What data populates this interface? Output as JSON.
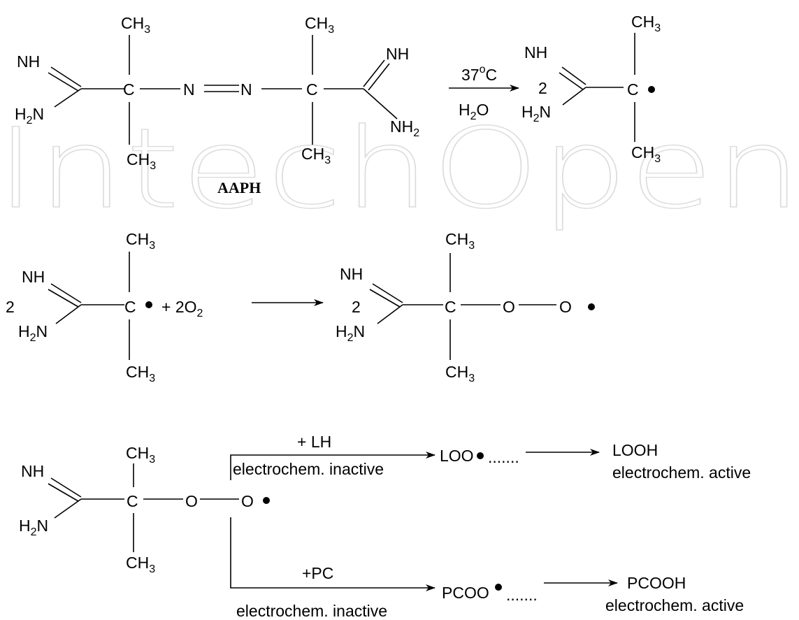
{
  "watermark": {
    "text": "IntechOpen"
  },
  "reaction1": {
    "reactant": {
      "amine_left_top": "NH",
      "amine_left_bottom_main": "H",
      "amine_left_bottom_sub": "2",
      "amine_left_bottom_tail": "N",
      "carbon_left": "C",
      "methyl_top_left_main": "CH",
      "methyl_top_left_sub": "3",
      "methyl_bottom_left_main": "CH",
      "methyl_bottom_left_sub": "3",
      "nitrogen_left": "N",
      "nitrogen_right": "N",
      "carbon_right": "C",
      "methyl_top_right_main": "CH",
      "methyl_top_right_sub": "3",
      "methyl_bottom_right_main": "CH",
      "methyl_bottom_right_sub": "3",
      "amine_right_top": "NH",
      "amine_right_bottom_main": "NH",
      "amine_right_bottom_sub": "2",
      "name": "AAPH"
    },
    "conditions": {
      "temp_main": "37",
      "temp_sup": "o",
      "temp_unit": "C",
      "solvent_main": "H",
      "solvent_sub": "2",
      "solvent_tail": "O"
    },
    "product": {
      "coefficient": "2",
      "amine_top": "NH",
      "amine_bottom_main": "H",
      "amine_bottom_sub": "2",
      "amine_bottom_tail": "N",
      "carbon": "C",
      "methyl_top_main": "CH",
      "methyl_top_sub": "3",
      "methyl_bottom_main": "CH",
      "methyl_bottom_sub": "3"
    }
  },
  "reaction2": {
    "reactant": {
      "coefficient": "2",
      "amine_top": "NH",
      "amine_bottom_main": "H",
      "amine_bottom_sub": "2",
      "amine_bottom_tail": "N",
      "carbon": "C",
      "methyl_top_main": "CH",
      "methyl_top_sub": "3",
      "methyl_bottom_main": "CH",
      "methyl_bottom_sub": "3"
    },
    "oxygen_main": "+ 2O",
    "oxygen_sub": "2",
    "product": {
      "coefficient": "2",
      "amine_top": "NH",
      "amine_bottom_main": "H",
      "amine_bottom_sub": "2",
      "amine_bottom_tail": "N",
      "carbon": "C",
      "oxygen_1": "O",
      "oxygen_2": "O",
      "methyl_top_main": "CH",
      "methyl_top_sub": "3",
      "methyl_bottom_main": "CH",
      "methyl_bottom_sub": "3"
    }
  },
  "reaction3": {
    "reactant": {
      "amine_top": "NH",
      "amine_bottom_main": "H",
      "amine_bottom_sub": "2",
      "amine_bottom_tail": "N",
      "carbon": "C",
      "oxygen_1": "O",
      "oxygen_2": "O",
      "methyl_top_main": "CH",
      "methyl_top_sub": "3",
      "methyl_bottom_main": "CH",
      "methyl_bottom_sub": "3"
    },
    "upper_branch": {
      "reagent": "+ LH",
      "note": "electrochem. inactive",
      "intermediate": "LOO",
      "dots": ".......",
      "product": "LOOH",
      "product_note": "electrochem. active"
    },
    "lower_branch": {
      "reagent": "+PC",
      "note": "electrochem. inactive",
      "intermediate": "PCOO",
      "dots": ".......",
      "product": "PCOOH",
      "product_note": "electrochem. active"
    }
  }
}
